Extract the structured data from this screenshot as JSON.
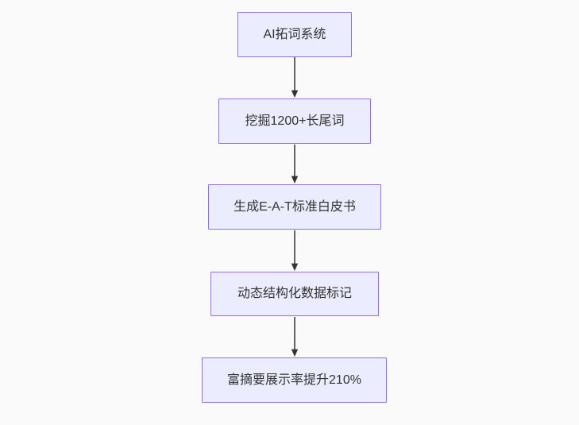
{
  "diagram": {
    "type": "flowchart",
    "direction": "top-to-bottom",
    "nodes": [
      {
        "id": "A",
        "label": "AI拓词系统"
      },
      {
        "id": "B",
        "label": "挖掘1200+长尾词"
      },
      {
        "id": "C",
        "label": "生成E-A-T标准白皮书"
      },
      {
        "id": "D",
        "label": "动态结构化数据标记"
      },
      {
        "id": "E",
        "label": "富摘要展示率提升210%"
      }
    ],
    "edges": [
      {
        "from": "A",
        "to": "B"
      },
      {
        "from": "B",
        "to": "C"
      },
      {
        "from": "C",
        "to": "D"
      },
      {
        "from": "D",
        "to": "E"
      }
    ]
  },
  "colors": {
    "node_fill": "#ECECFF",
    "node_border": "#9370DB",
    "arrow": "#333333",
    "text": "#333333",
    "background": "#FAFAFA"
  }
}
